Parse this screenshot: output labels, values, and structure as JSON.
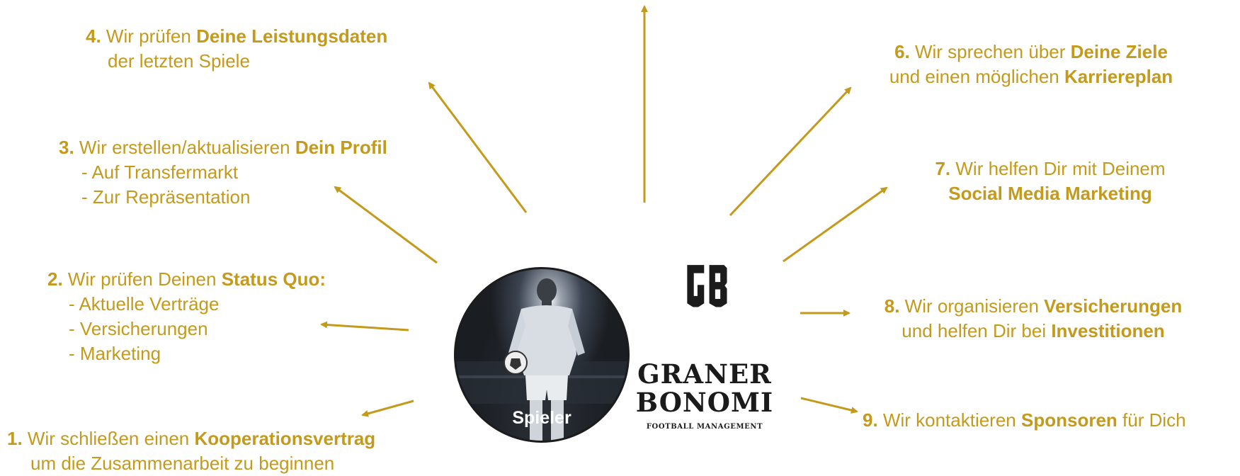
{
  "accent_color": "#c49a1c",
  "center": {
    "player_label": "Spieler",
    "logo_monogram_icon": "gb-monogram-icon",
    "brand_line1": "GRANER",
    "brand_line2": "BONOMI",
    "brand_subtitle": "FOOTBALL MANAGEMENT"
  },
  "steps": {
    "s1": {
      "num": "1.",
      "a": "Wir schließen einen ",
      "bold": "Kooperationsvertrag",
      "line2": "um die Zusammenarbeit zu beginnen"
    },
    "s2": {
      "num": "2.",
      "a": "Wir prüfen Deinen ",
      "bold": "Status Quo:",
      "items": [
        "- Aktuelle Verträge",
        "- Versicherungen",
        "- Marketing"
      ]
    },
    "s3": {
      "num": "3.",
      "a": "Wir erstellen/aktualisieren ",
      "bold": "Dein Profil",
      "items": [
        "- Auf Transfermarkt",
        "- Zur Repräsentation"
      ]
    },
    "s4": {
      "num": "4.",
      "a": "Wir prüfen ",
      "bold": "Deine Leistungsdaten",
      "line2": "der letzten Spiele"
    },
    "s6": {
      "num": "6.",
      "a": "Wir sprechen über ",
      "bold": "Deine Ziele",
      "line2a": "und einen möglichen ",
      "line2bold": "Karriereplan"
    },
    "s7": {
      "num": "7.",
      "a": "Wir helfen Dir mit Deinem",
      "line2bold": "Social Media Marketing"
    },
    "s8": {
      "num": "8.",
      "a": "Wir organisieren ",
      "bold": "Versicherungen",
      "line2a": "und helfen Dir bei ",
      "line2bold": "Investitionen"
    },
    "s9": {
      "num": "9.",
      "a": "Wir kontaktieren ",
      "bold": "Sponsoren",
      "c": " für Dich"
    }
  }
}
